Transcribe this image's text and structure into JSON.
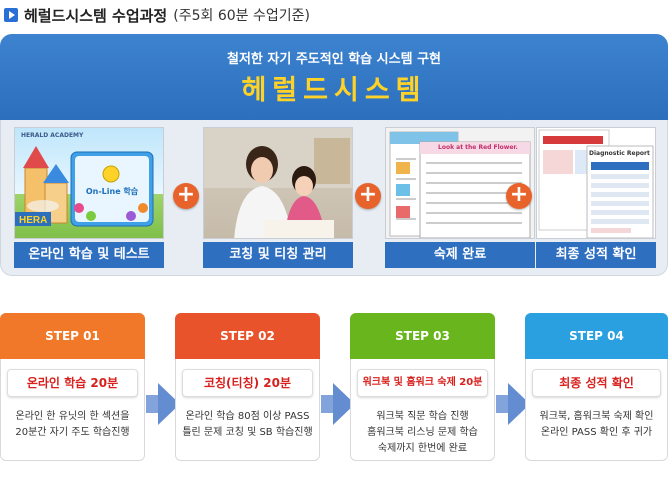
{
  "header": {
    "title": "헤럴드시스템 수업과정",
    "subtitle": "(주5회 60분 수업기준)"
  },
  "banner": {
    "subtitle": "철저한 자기 주도적인 학습 시스템 구현",
    "title": "헤럴드시스템"
  },
  "cards": [
    {
      "label": "온라인 학습 및 테스트",
      "badge": "HERALD ACADEMY",
      "sign": "On-Line 학습"
    },
    {
      "label": "코칭 및 티칭 관리"
    },
    {
      "label": "숙제 완료",
      "sheet": "Look at the Red Flower."
    },
    {
      "label": "최종 성적 확인",
      "sheet": "Diagnostic Report"
    }
  ],
  "plus_symbol": "+",
  "steps": [
    {
      "step": "STEP 01",
      "pill": "온라인 학습 20분",
      "lines": [
        "온라인 한 유닛의 한 섹션을",
        "20분간 자기 주도 학습진행"
      ],
      "color": "#f07828"
    },
    {
      "step": "STEP 02",
      "pill": "코칭(티칭) 20분",
      "lines": [
        "온라인 학습 80점 이상 PASS",
        "틀린 문제 코칭 및 SB 학습진행"
      ],
      "color": "#e8532b"
    },
    {
      "step": "STEP 03",
      "pill": "워크북 및 홈워크 숙제 20분",
      "lines": [
        "워크북 직문 학습 진행",
        "홈워크북 리스닝 문제 학습",
        "숙제까지 한번에 완료"
      ],
      "color": "#69b51e"
    },
    {
      "step": "STEP 04",
      "pill": "최종 성적 확인",
      "lines": [
        "워크북, 홈워크북 숙제 확인",
        "온라인 PASS 확인 후 귀가"
      ],
      "color": "#2aa0e0"
    }
  ]
}
